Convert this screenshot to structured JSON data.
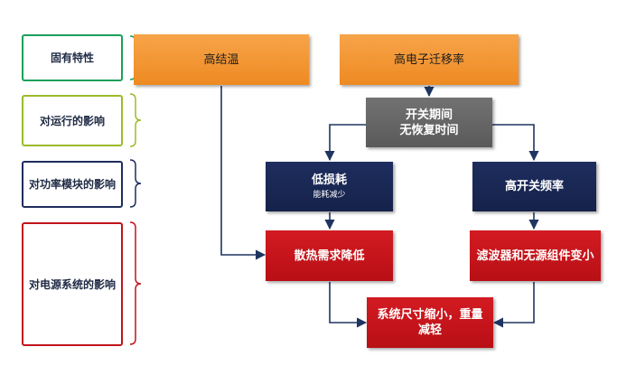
{
  "categories": [
    {
      "id": "inherent",
      "label": "固有特性",
      "color": "#1aa05a"
    },
    {
      "id": "operation",
      "label": "对运行的影响",
      "color": "#9bbb2a"
    },
    {
      "id": "module",
      "label": "对功率模块的影响",
      "color": "#1e2d5e"
    },
    {
      "id": "system",
      "label": "对电源系统的影响",
      "color": "#c0141b"
    }
  ],
  "nodes": {
    "high_junction_temp": "高结温",
    "high_electron_mobility": "高电子迁移率",
    "switching_recovery": [
      "开关期间",
      "无恢复时间"
    ],
    "low_loss": {
      "title": "低损耗",
      "sub": "能耗减少"
    },
    "high_switching_freq": "高开关频率",
    "heat_dissipation": "散热需求降低",
    "filter_passive": "滤波器和无源组件变小",
    "system_size": "系统尺寸缩小，重量减轻"
  },
  "colors": {
    "orange": "#f39533",
    "gray": "#666666",
    "navy": "#1a2754",
    "red": "#c8141b",
    "arrow": "#1f3561"
  }
}
